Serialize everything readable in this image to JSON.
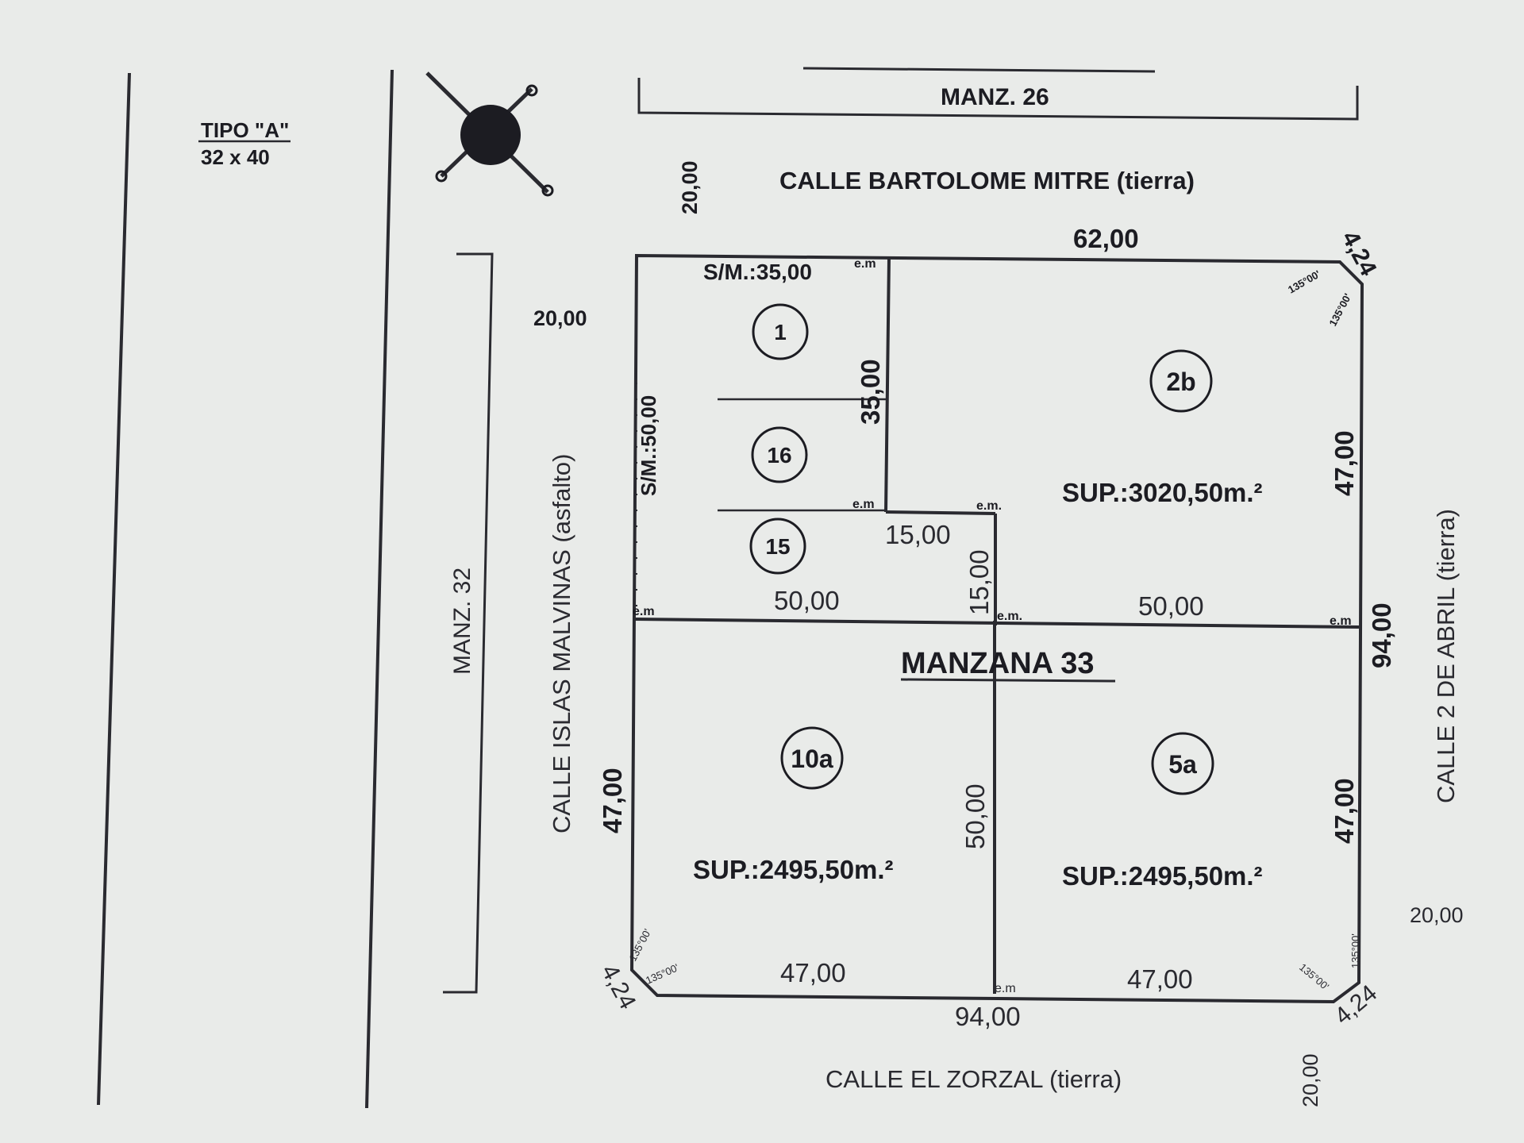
{
  "legend": {
    "tipo": "TIPO \"A\"",
    "size": "32 x 40"
  },
  "blocks": {
    "manz26": "MANZ. 26",
    "manz32": "MANZ. 32",
    "manzana33": "MANZANA 33"
  },
  "streets": {
    "north": "CALLE BARTOLOME MITRE (tierra)",
    "west": "CALLE ISLAS MALVINAS (asfalto)",
    "east": "CALLE 2 DE ABRIL (tierra)",
    "south": "CALLE EL ZORZAL (tierra)"
  },
  "street_widths": {
    "north": "20,00",
    "west": "20,00",
    "east": "20,00",
    "south": "20,00"
  },
  "lots": {
    "l1": "1",
    "l16": "16",
    "l15": "15",
    "l2b": "2b",
    "l10a": "10a",
    "l5a": "5a"
  },
  "areas": {
    "a2b": "SUP.:3020,50m.²",
    "a10a": "SUP.:2495,50m.²",
    "a5a": "SUP.:2495,50m.²"
  },
  "dimensions": {
    "top_62": "62,00",
    "corner_ne": "4,24",
    "corner_sw": "4,24",
    "corner_se": "4,24",
    "sm_35": "S/M.:35,00",
    "sm_50": "S/M.:50,00",
    "v_35": "35,00",
    "h_15": "15,00",
    "v_15": "15,00",
    "h_50_left": "50,00",
    "h_50_right": "50,00",
    "v_47_ne": "47,00",
    "v_94": "94,00",
    "v_47_se": "47,00",
    "v_47_w": "47,00",
    "v_50_center": "50,00",
    "b_47_left": "47,00",
    "b_47_right": "47,00",
    "b_94": "94,00"
  },
  "markers": {
    "em": "e.m.",
    "em_short": "e.m"
  },
  "angles": {
    "ne1": "135°00'",
    "ne2": "135°00'",
    "sw1": "135°00'",
    "sw2": "135°00'",
    "se1": "135°00'",
    "se2": "135°00'"
  }
}
